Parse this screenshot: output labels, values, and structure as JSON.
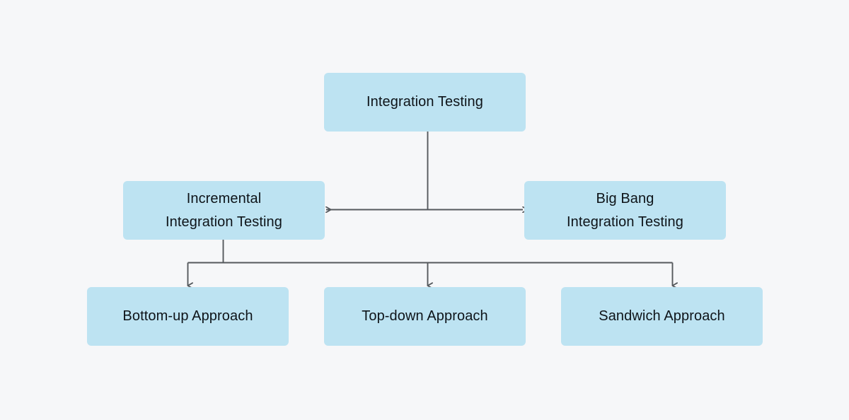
{
  "diagram": {
    "title": "Integration Testing approaches hierarchy",
    "background_color": "#f6f7f9",
    "node_fill_color": "#bde3f2",
    "node_text_color": "#0e1419",
    "connector_color": "#55595d",
    "nodes": {
      "root": {
        "id": "integration-testing",
        "label": "Integration Testing",
        "level": 1
      },
      "incremental": {
        "id": "incremental-integration-testing",
        "label": "Incremental\nIntegration Testing",
        "line1": "Incremental",
        "line2": "Integration Testing",
        "level": 2
      },
      "big_bang": {
        "id": "big-bang-integration-testing",
        "label": "Big Bang\nIntegration Testing",
        "line1": "Big Bang",
        "line2": "Integration Testing",
        "level": 2
      },
      "bottom_up": {
        "id": "bottom-up-approach",
        "label": "Bottom-up Approach",
        "level": 3
      },
      "top_down": {
        "id": "top-down-approach",
        "label": "Top-down Approach",
        "level": 3
      },
      "sandwich": {
        "id": "sandwich-approach",
        "label": "Sandwich Approach",
        "level": 3
      }
    },
    "edges": [
      {
        "from": "integration-testing",
        "to": "incremental-integration-testing",
        "arrow": "left"
      },
      {
        "from": "integration-testing",
        "to": "big-bang-integration-testing",
        "arrow": "right"
      },
      {
        "from": "incremental-integration-testing",
        "to": "bottom-up-approach",
        "arrow": "down"
      },
      {
        "from": "incremental-integration-testing",
        "to": "top-down-approach",
        "arrow": "down"
      },
      {
        "from": "incremental-integration-testing",
        "to": "sandwich-approach",
        "arrow": "down"
      }
    ]
  }
}
